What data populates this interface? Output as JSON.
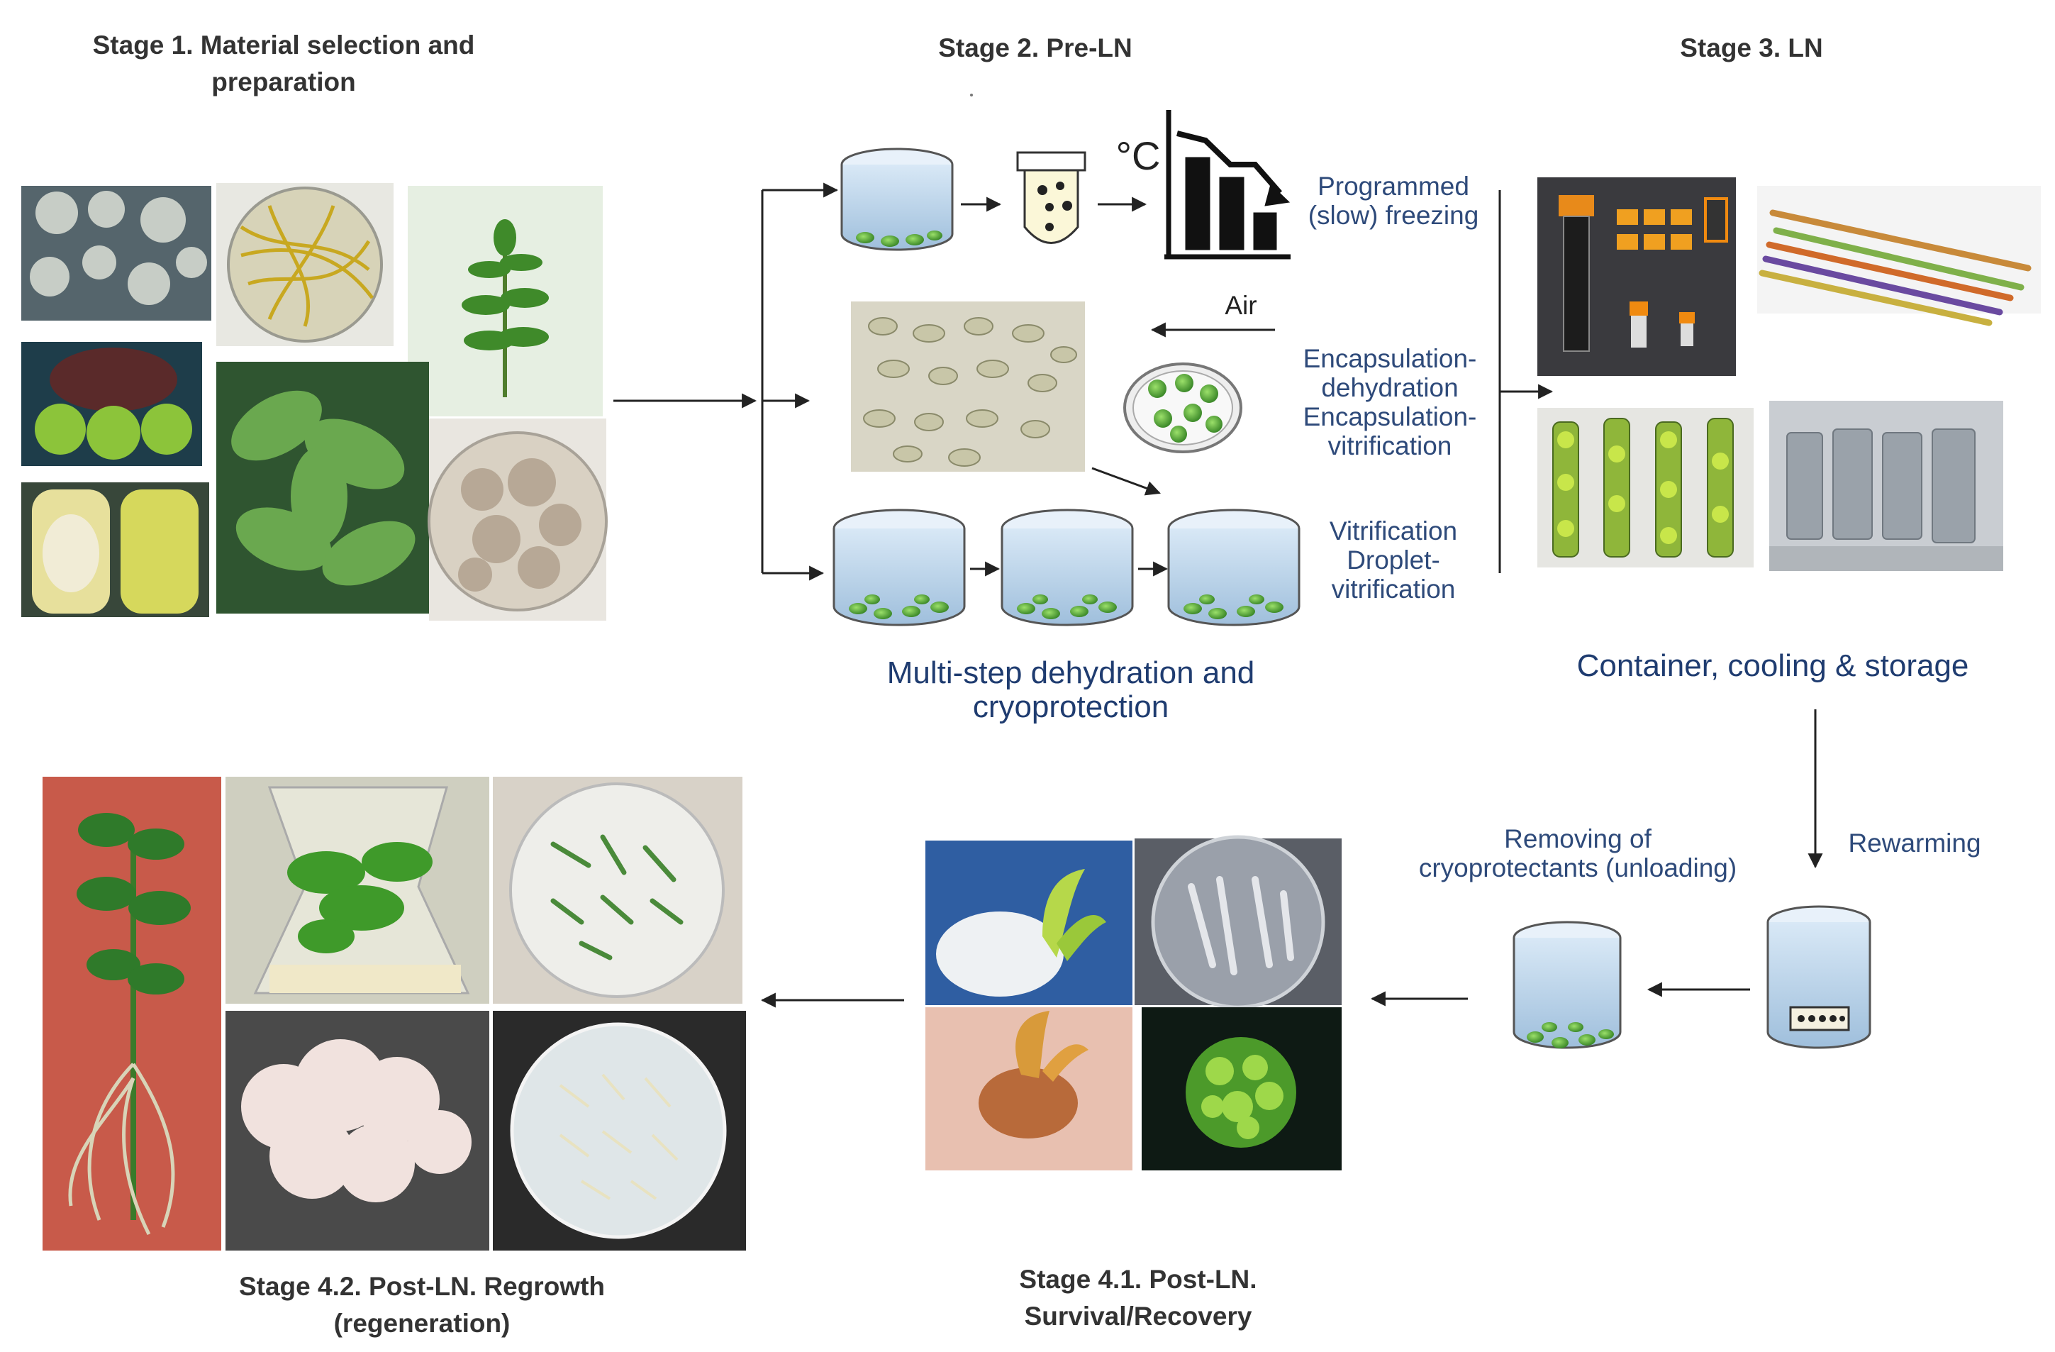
{
  "stages": {
    "s1": "Stage 1. Material selection and\npreparation",
    "s2": "Stage 2. Pre-LN",
    "s3": "Stage 3. LN",
    "s41": "Stage 4.1. Post-LN.\nSurvival/Recovery",
    "s42": "Stage 4.2. Post-LN. Regrowth\n(regeneration)"
  },
  "labels": {
    "programmed": "Programmed\n(slow) freezing",
    "degree": "°C",
    "air": "Air",
    "encapsulation": "Encapsulation-\ndehydration\nEncapsulation-\nvitrification",
    "vitrification": "Vitrification\nDroplet-\nvitrification",
    "multistep": "Multi-step dehydration and\ncryoprotection",
    "container": "Container, cooling & storage",
    "rewarming": "Rewarming",
    "removing": "Removing of\ncryoprotectants (unloading)"
  },
  "colors": {
    "label_blue": "#2e4a7a",
    "arrow": "#222222",
    "liquid": "#cfe3f5",
    "bead_green": "#5aa23a"
  }
}
